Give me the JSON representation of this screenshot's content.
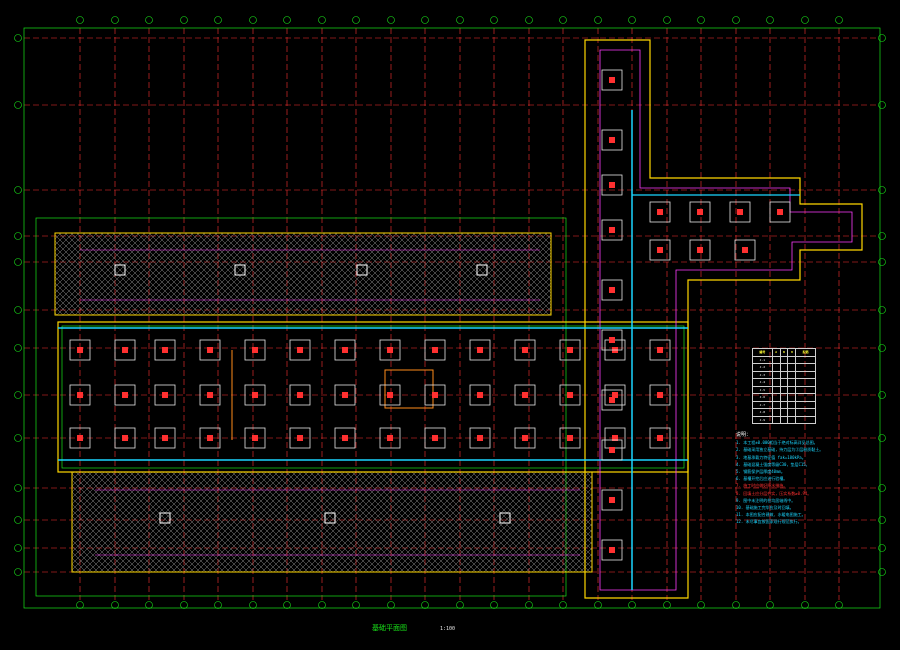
{
  "drawing": {
    "caption": "基础平面图",
    "scale_note": "1:100"
  },
  "colors": {
    "background": "#000000",
    "grid_line": "#ff3333",
    "dim_line": "#19e619",
    "wall_outer": "#ffd700",
    "wall_inner": "#ff3cff",
    "foundation": "#e6e6e6",
    "pipe": "#1ad6ff",
    "hatch": "#9a9a9a"
  },
  "notes": {
    "title": "说明：",
    "lines": [
      "1. 本工程±0.000相当于绝对标高详见总图。",
      "2. 基础采用独立基础，持力层为②层粉质黏土。",
      "3. 地基承载力特征值 fak=180kPa。",
      "4. 基础混凝土强度等级C30，垫层C15。",
      "5. 钢筋保护层厚度40mm。",
      "6. 基槽开挖后应进行验槽。",
      "7. 施工时应做好降水措施。",
      "8. 回填土应分层夯实，压实系数≥0.94。",
      "9. 图中未注明的柱均居轴线中。",
      "10. 基础施工完毕应及时回填。",
      "11. 本图应配合建筑、水暖电图施工。",
      "12. 未尽事宜按国家现行规范执行。"
    ]
  },
  "schedule": {
    "headers": [
      "编号",
      "A",
      "B",
      "H",
      "配筋"
    ],
    "rows": [
      [
        "J-1",
        "",
        "",
        "",
        ""
      ],
      [
        "J-2",
        "",
        "",
        "",
        ""
      ],
      [
        "J-3",
        "",
        "",
        "",
        ""
      ],
      [
        "J-4",
        "",
        "",
        "",
        ""
      ],
      [
        "J-5",
        "",
        "",
        "",
        ""
      ],
      [
        "J-6",
        "",
        "",
        "",
        ""
      ],
      [
        "J-7",
        "",
        "",
        "",
        ""
      ],
      [
        "J-8",
        "",
        "",
        "",
        ""
      ],
      [
        "J-9",
        "",
        "",
        "",
        ""
      ]
    ]
  }
}
